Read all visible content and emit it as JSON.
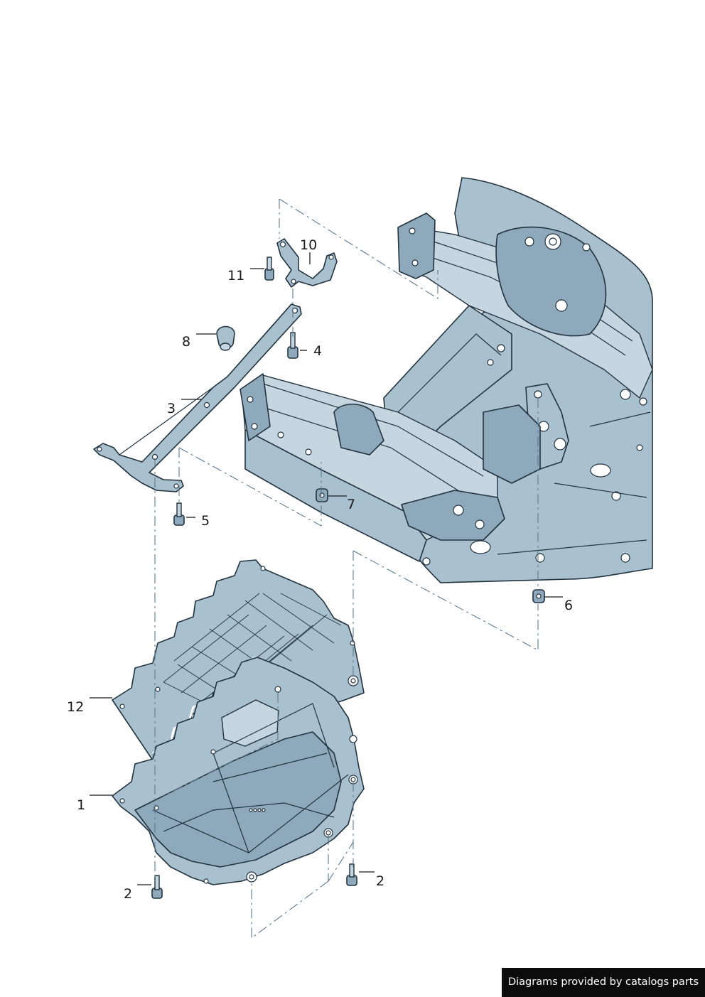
{
  "credit_text": "Diagrams provided by catalogs parts",
  "colors": {
    "part_fill": "#a9c0cf",
    "line": "#22333f",
    "banner_bg": "#0c0c0c"
  },
  "callouts": {
    "c1": "1",
    "c2a": "2",
    "c2b": "2",
    "c3": "3",
    "c4": "4",
    "c5": "5",
    "c6": "6",
    "c7": "7",
    "c8": "8",
    "c10": "10",
    "c11": "11",
    "c12": "12"
  }
}
